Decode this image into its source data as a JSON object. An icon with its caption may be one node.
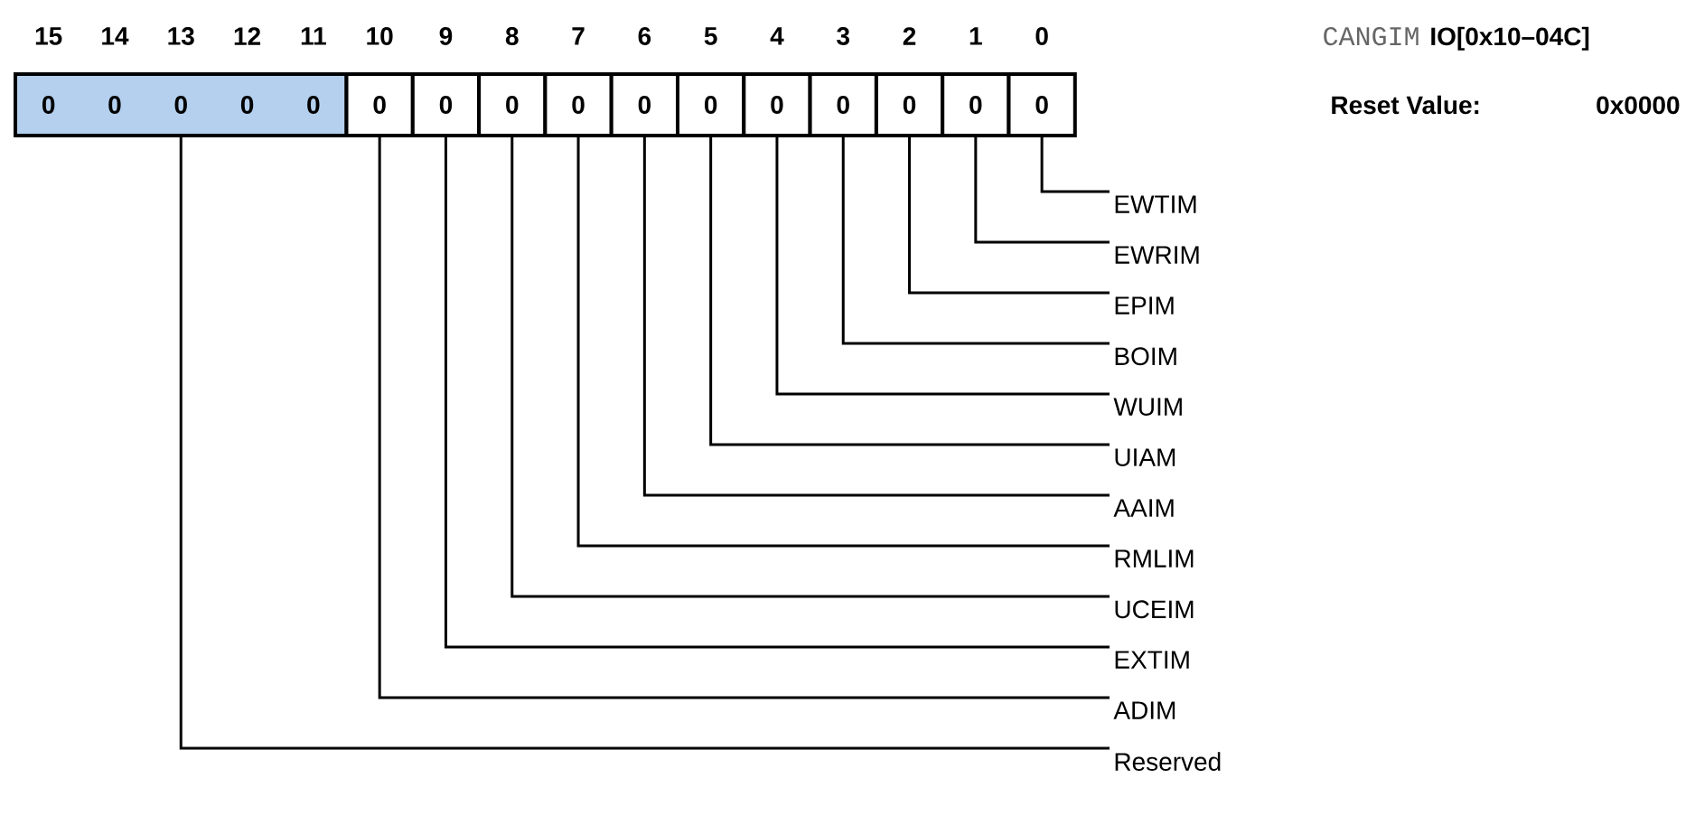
{
  "diagram": {
    "nodes": [
      {
        "text": [
          "0",
          "0",
          "0",
          "0",
          "0"
        ]
      },
      {
        "text": [
          "0"
        ]
      },
      {
        "text": [
          "0"
        ]
      },
      {
        "text": [
          "0"
        ]
      },
      {
        "text": [
          "0"
        ]
      },
      {
        "text": [
          "0"
        ]
      },
      {
        "text": [
          "0"
        ]
      },
      {
        "text": [
          "0"
        ]
      },
      {
        "text": [
          "0"
        ]
      },
      {
        "text": [
          "0"
        ]
      },
      {
        "text": [
          "0"
        ]
      },
      {
        "text": [
          "0"
        ]
      },
      {
        "text": [
          "EWTIM"
        ]
      },
      {
        "text": [
          "EWRIM"
        ]
      },
      {
        "text": [
          "EPIM"
        ]
      },
      {
        "text": [
          "BOIM"
        ]
      },
      {
        "text": [
          "WUIM"
        ]
      },
      {
        "text": [
          "UIAM"
        ]
      },
      {
        "text": [
          "AAIM"
        ]
      },
      {
        "text": [
          "RMLIM"
        ]
      },
      {
        "text": [
          "UCEIM"
        ]
      },
      {
        "text": [
          "EXTIM"
        ]
      },
      {
        "text": [
          "ADIM"
        ]
      },
      {
        "text": [
          "Reserved"
        ]
      }
    ],
    "edges": [
      {
        "from": 12,
        "to": 11,
        "arrow": "none"
      },
      {
        "from": 13,
        "to": 10,
        "arrow": "none"
      },
      {
        "from": 14,
        "to": 9,
        "arrow": "none"
      },
      {
        "from": 15,
        "to": 8,
        "arrow": "none"
      },
      {
        "from": 16,
        "to": 7,
        "arrow": "none"
      },
      {
        "from": 17,
        "to": 6,
        "arrow": "none"
      },
      {
        "from": 18,
        "to": 5,
        "arrow": "none"
      },
      {
        "from": 19,
        "to": 4,
        "arrow": "none"
      },
      {
        "from": 20,
        "to": 3,
        "arrow": "none"
      },
      {
        "from": 21,
        "to": 2,
        "arrow": "none"
      },
      {
        "from": 22,
        "to": 1,
        "arrow": "none"
      },
      {
        "from": 23,
        "to": 0,
        "arrow": "none"
      }
    ],
    "labels": [
      "15",
      "14",
      "13",
      "12",
      "11",
      "10",
      "9",
      "8",
      "7",
      "6",
      "5",
      "4",
      "3",
      "2",
      "1",
      "0",
      "CANGIM",
      "IO[0x10–04C]",
      "Reset Value:",
      "0x0000"
    ]
  }
}
